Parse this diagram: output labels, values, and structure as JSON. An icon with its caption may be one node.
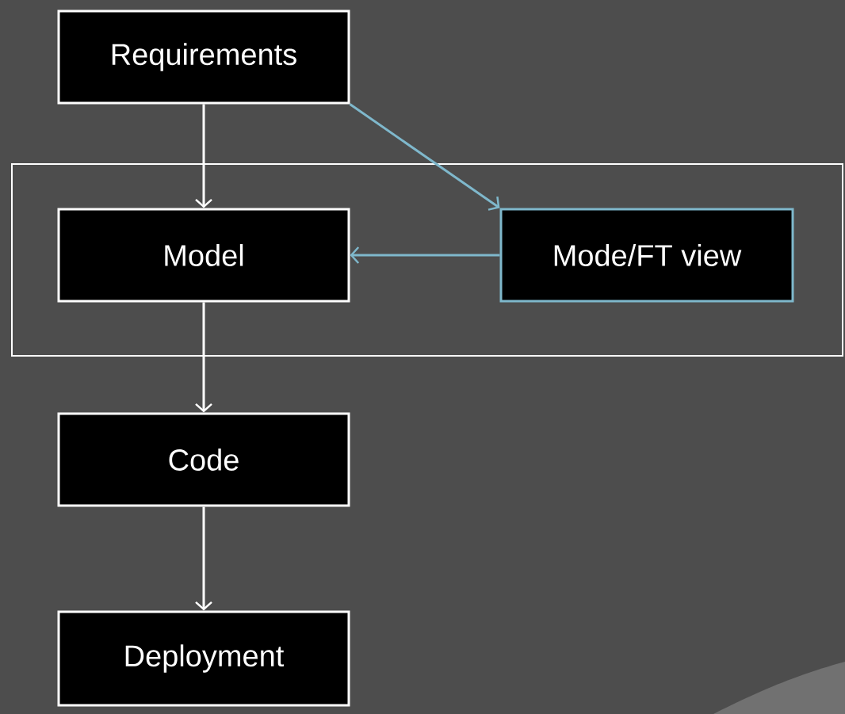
{
  "diagram": {
    "nodes": [
      {
        "text": [
          "Requirements"
        ]
      },
      {
        "text": [],
        "shape": "box"
      },
      {
        "text": [
          "Model"
        ],
        "in": 1
      },
      {
        "text": [
          "Mode/FT view"
        ],
        "in": 1
      },
      {
        "text": [
          "Code"
        ]
      },
      {
        "text": [
          "Deployment"
        ]
      }
    ],
    "edges": [
      {
        "from": 0,
        "to": 2,
        "arrow": "to"
      },
      {
        "from": 0,
        "to": 3,
        "arrow": "to",
        "color": "#7fb8cc"
      },
      {
        "from": 3,
        "to": 2,
        "arrow": "to",
        "color": "#7fb8cc"
      },
      {
        "from": 2,
        "to": 4,
        "arrow": "to"
      },
      {
        "from": 4,
        "to": 5,
        "arrow": "to"
      }
    ]
  }
}
